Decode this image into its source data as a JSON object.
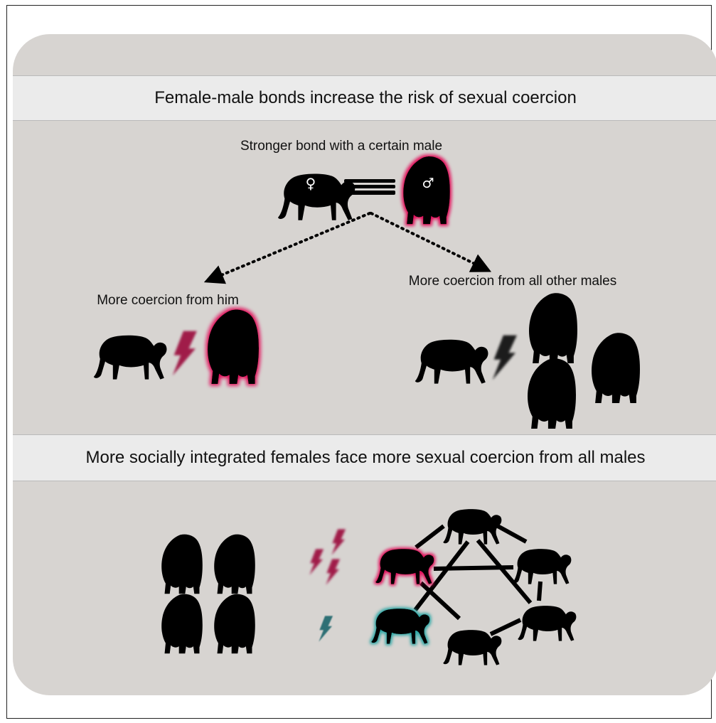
{
  "header_top": "Female-male bonds increase the risk of sexual coercion",
  "bond_label": "Stronger bond with a certain male",
  "female_symbol": "♀",
  "male_symbol": "♂",
  "left_branch_label": "More coercion from him",
  "right_branch_label": "More coercion from all other males",
  "header_bottom": "More socially integrated females face more sexual coercion from all males",
  "colors": {
    "panel": "#d7d4d1",
    "band": "#ebebeb",
    "magenta_glow": "#e0105a",
    "teal_glow": "#2ca6a4",
    "bolt_magenta": "#a01a4a",
    "bolt_teal": "#2e6f74"
  }
}
